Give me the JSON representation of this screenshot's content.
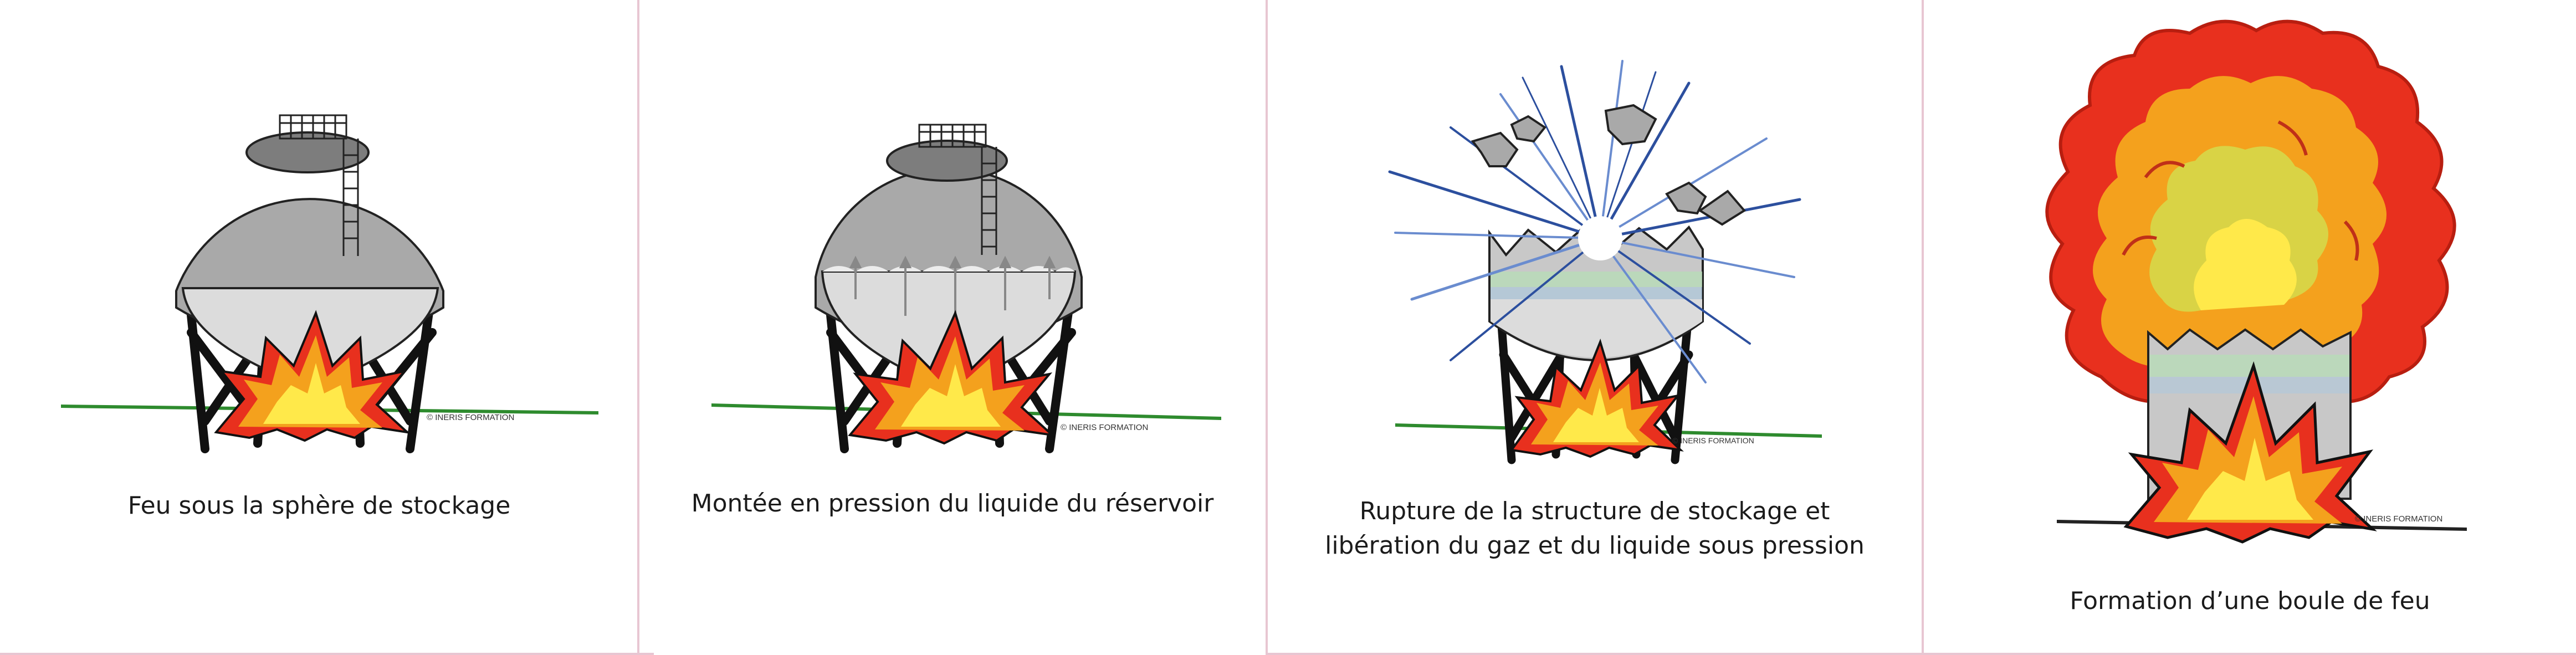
{
  "panels": [
    {
      "caption_lines": [
        "Feu sous la sphère de stockage"
      ],
      "watermark": "INERIS FORMATION"
    },
    {
      "caption_lines": [
        "Montée en pression du liquide du réservoir"
      ],
      "watermark": "INERIS FORMATION"
    },
    {
      "caption_lines": [
        "Rupture de la structure de stockage et",
        "libération du gaz et du liquide sous pression"
      ],
      "watermark": "INERIS FORMATION"
    },
    {
      "caption_lines": [
        "Formation d’une boule de feu"
      ],
      "watermark": "INERIS FORMATION"
    }
  ],
  "icons": {
    "fire": "flame-icon",
    "tank": "storage-sphere-icon",
    "fragments": "debris-icon",
    "fireball": "fireball-icon"
  },
  "colors": {
    "tank_gray": "#a9a9a9",
    "tank_top": "#7d7d7d",
    "liquid": "#dcdcdc",
    "flame_red": "#e8301e",
    "flame_orange": "#f4a11d",
    "flame_yellow": "#ffe94a",
    "ground": "#2e8b2e",
    "burst_blue": "#2c4f9e",
    "divider": "#e8c6d2"
  }
}
